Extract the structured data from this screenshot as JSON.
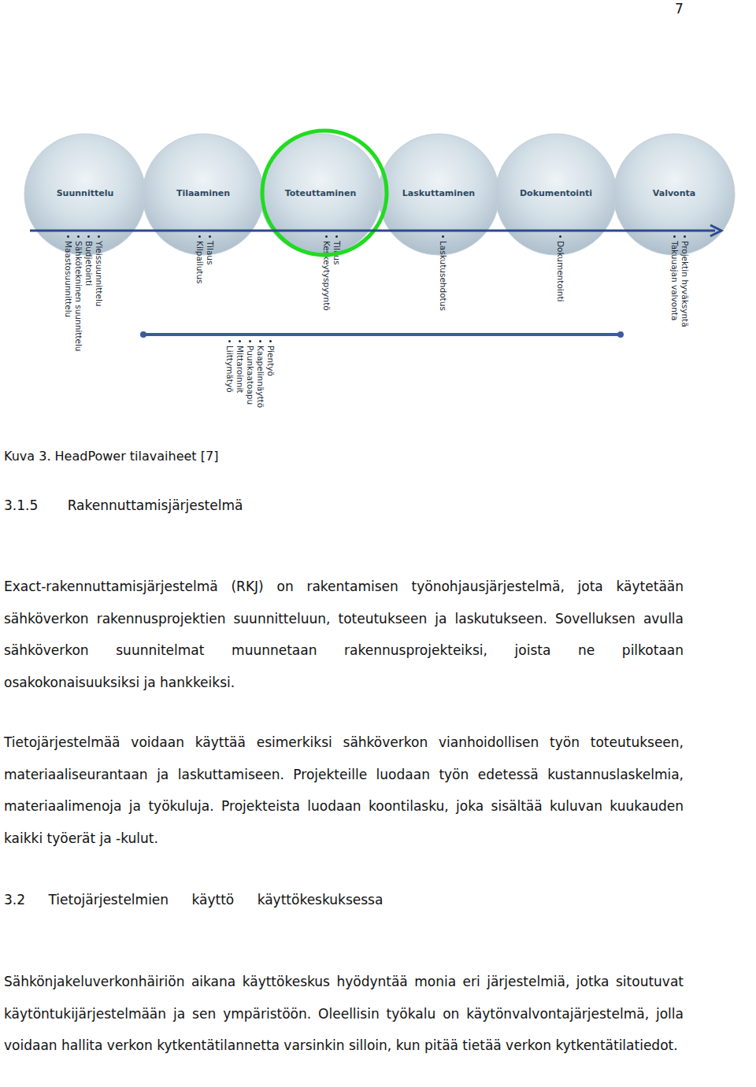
{
  "diagram": {
    "caption": "Kuva 3. HeadPower tilavaiheet [7]",
    "nodes": [
      {
        "text": [
          "Suunnittelu"
        ]
      },
      {
        "text": [
          "Tilaaminen"
        ]
      },
      {
        "text": [
          "Toteuttaminen"
        ]
      },
      {
        "text": [
          "Laskuttaminen"
        ]
      },
      {
        "text": [
          "Dokumentointi"
        ]
      },
      {
        "text": [
          "Valvonta"
        ]
      }
    ],
    "labels": [
      "7",
      "Yleissuunnittelu",
      "Budjetointi",
      "Sähkötekninen suunnittelu",
      "Maastosuunnittelu",
      "Tilaus",
      "Kilpailutus",
      "Tilaus",
      "Keskeytyspyyntö",
      "Laskutusehdotus",
      "Dokumentointi",
      "Projektin hyväksyntä",
      "Takuuajan valvonta",
      "Pientyö",
      "Kaapelinnäyttö",
      "Puunkaatoapu",
      "Mittaroinnit",
      "Liittymätyö",
      "3.1.5 Rakennuttamisjärjestelmä",
      "Exact-rakennuttamisjärjestelmä (RKJ) on rakentamisen työnohjausjärjestelmä, jota käytetään sähköverkon rakennusprojektien suunnitteluun, toteutukseen ja laskutukseen. Sovelluksen avulla sähköverkon suunnitelmat muunnetaan rakennusprojekteiksi, joista ne pilkotaan osakokonaisuuksiksi ja hankkeiksi.",
      "Tietojärjestelmää voidaan käyttää esimerkiksi sähköverkon vianhoidollisen työn toteutukseen, materiaaliseurantaan ja laskuttamiseen. Projekteille luodaan työn edetessä kustannuslaskelmia, materiaalimenoja ja työkuluja. Projekteista luodaan koontilasku, joka sisältää kuluvan kuukauden kaikki työerät ja -kulut.",
      "3.2 Tietojärjestelmien käyttö käyttökeskuksessa",
      "Sähkönjakeluverkonhäiriön aikana käyttökeskus hyödyntää monia eri järjestelmiä, jotka sitoutuvat käytöntukijärjestelmään ja sen ympäristöön. Oleellisin työkalu on käytönvalvontajärjestelmä, jolla voidaan hallita verkon kytkentätilannetta varsinkin silloin, kun pitää tietää verkon kytkentätilatiedot."
    ]
  }
}
